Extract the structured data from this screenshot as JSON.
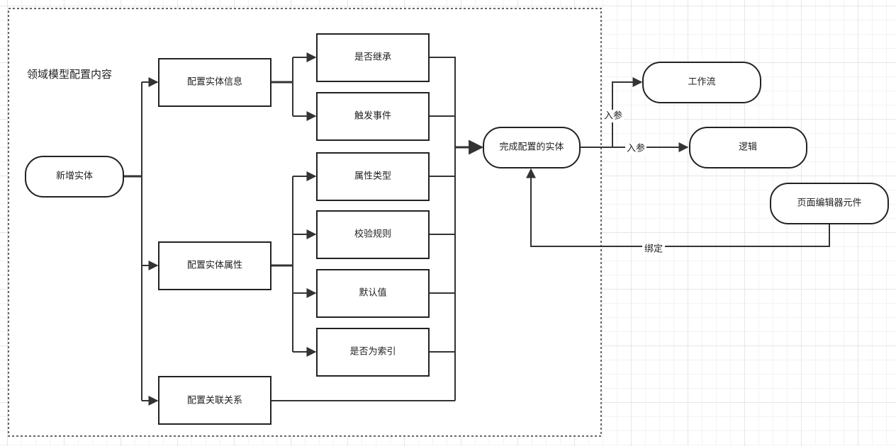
{
  "diagram": {
    "container_title": "领域模型配置内容",
    "nodes": {
      "new_entity": "新增实体",
      "config_entity_info": "配置实体信息",
      "config_entity_attr": "配置实体属性",
      "config_relation": "配置关联关系",
      "inherit": "是否继承",
      "trigger_event": "触发事件",
      "attr_type": "属性类型",
      "validation": "校验规则",
      "default_value": "默认值",
      "is_index": "是否为索引",
      "configured_entity": "完成配置的实体",
      "workflow": "工作流",
      "logic": "逻辑",
      "page_editor_component": "页面编辑器元件"
    },
    "edge_labels": {
      "param_in_workflow": "入参",
      "param_in_logic": "入参",
      "binding": "绑定"
    }
  }
}
